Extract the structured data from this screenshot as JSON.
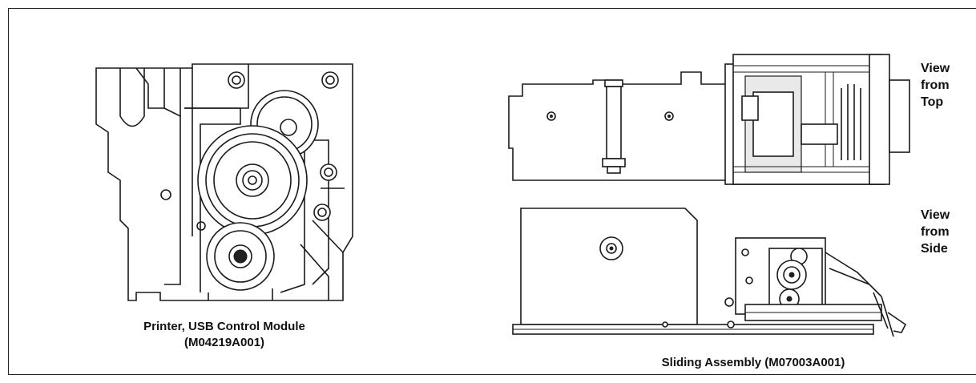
{
  "left_figure": {
    "caption_line1": "Printer, USB Control Module",
    "caption_line2": "(M04219A001)"
  },
  "right_figure": {
    "top_view_label": [
      "View",
      "from",
      "Top"
    ],
    "side_view_label": [
      "View",
      "from",
      "Side"
    ],
    "caption": "Sliding Assembly (M07003A001)"
  }
}
